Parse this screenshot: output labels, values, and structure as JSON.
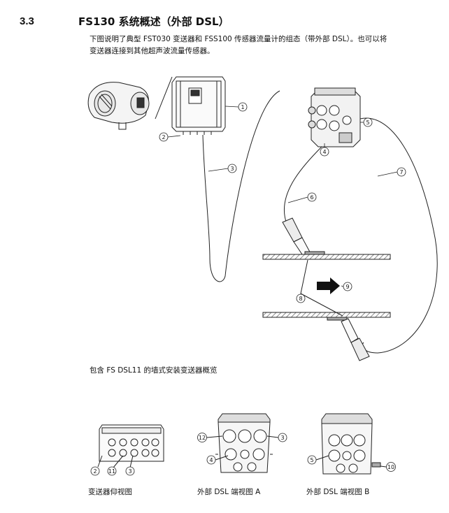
{
  "section": {
    "number": "3.3",
    "title": "FS130 系统概述（外部 DSL）",
    "intro_line1": "下图说明了典型 FST030 变送器和 FSS100 传感器流量计的组态（带外部 DSL）。也可以将",
    "intro_line2": "变送器连接到其他超声波流量传感器。"
  },
  "figure": {
    "callouts": [
      "1",
      "2",
      "3",
      "4",
      "5",
      "6",
      "7",
      "8",
      "9"
    ],
    "caption": "包含 FS DSL11 的墙式安装变送器概览"
  },
  "views": {
    "bottom_view": {
      "label": "变送器仰视图",
      "callouts": [
        "2",
        "11",
        "3"
      ]
    },
    "dsl_a": {
      "label": "外部 DSL 端视图 A",
      "callouts": [
        "12",
        "3",
        "4"
      ]
    },
    "dsl_b": {
      "label": "外部 DSL 端视图 B",
      "callouts": [
        "5",
        "10"
      ]
    }
  }
}
